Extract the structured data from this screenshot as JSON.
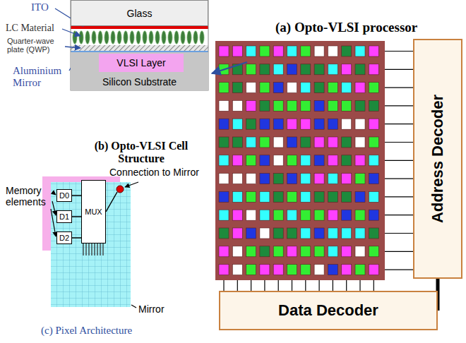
{
  "diagram": {
    "nodes": [
      {
        "text": [
          "Glass"
        ]
      },
      {
        "text": [
          "Silicon Substrate"
        ]
      },
      {
        "text": [
          "VLSI Layer"
        ],
        "in": 1
      },
      {
        "text": [
          "Address Decoder"
        ]
      },
      {
        "text": [
          "Data Decoder"
        ]
      },
      {
        "text": [
          "D0"
        ]
      },
      {
        "text": [
          "D1"
        ]
      },
      {
        "text": [
          "D2"
        ]
      },
      {
        "text": [
          "MUX"
        ]
      }
    ],
    "edges": [
      {
        "from": 4,
        "to": 3,
        "arrow": "none"
      },
      {
        "from": 5,
        "to": 8,
        "arrow": "none"
      },
      {
        "from": 6,
        "to": 8,
        "arrow": "none"
      },
      {
        "from": 7,
        "to": 8,
        "arrow": "none"
      }
    ],
    "labels": [
      "ITO",
      "LC Material",
      "Quarter-wave plate (QWP)",
      "Aluminium Mirror",
      "(a) Opto-VLSI processor",
      "(b) Opto-VLSI Cell Structure",
      "Connection to Mirror",
      "Memory elements",
      "Mirror",
      "(c) Pixel Architecture"
    ]
  }
}
